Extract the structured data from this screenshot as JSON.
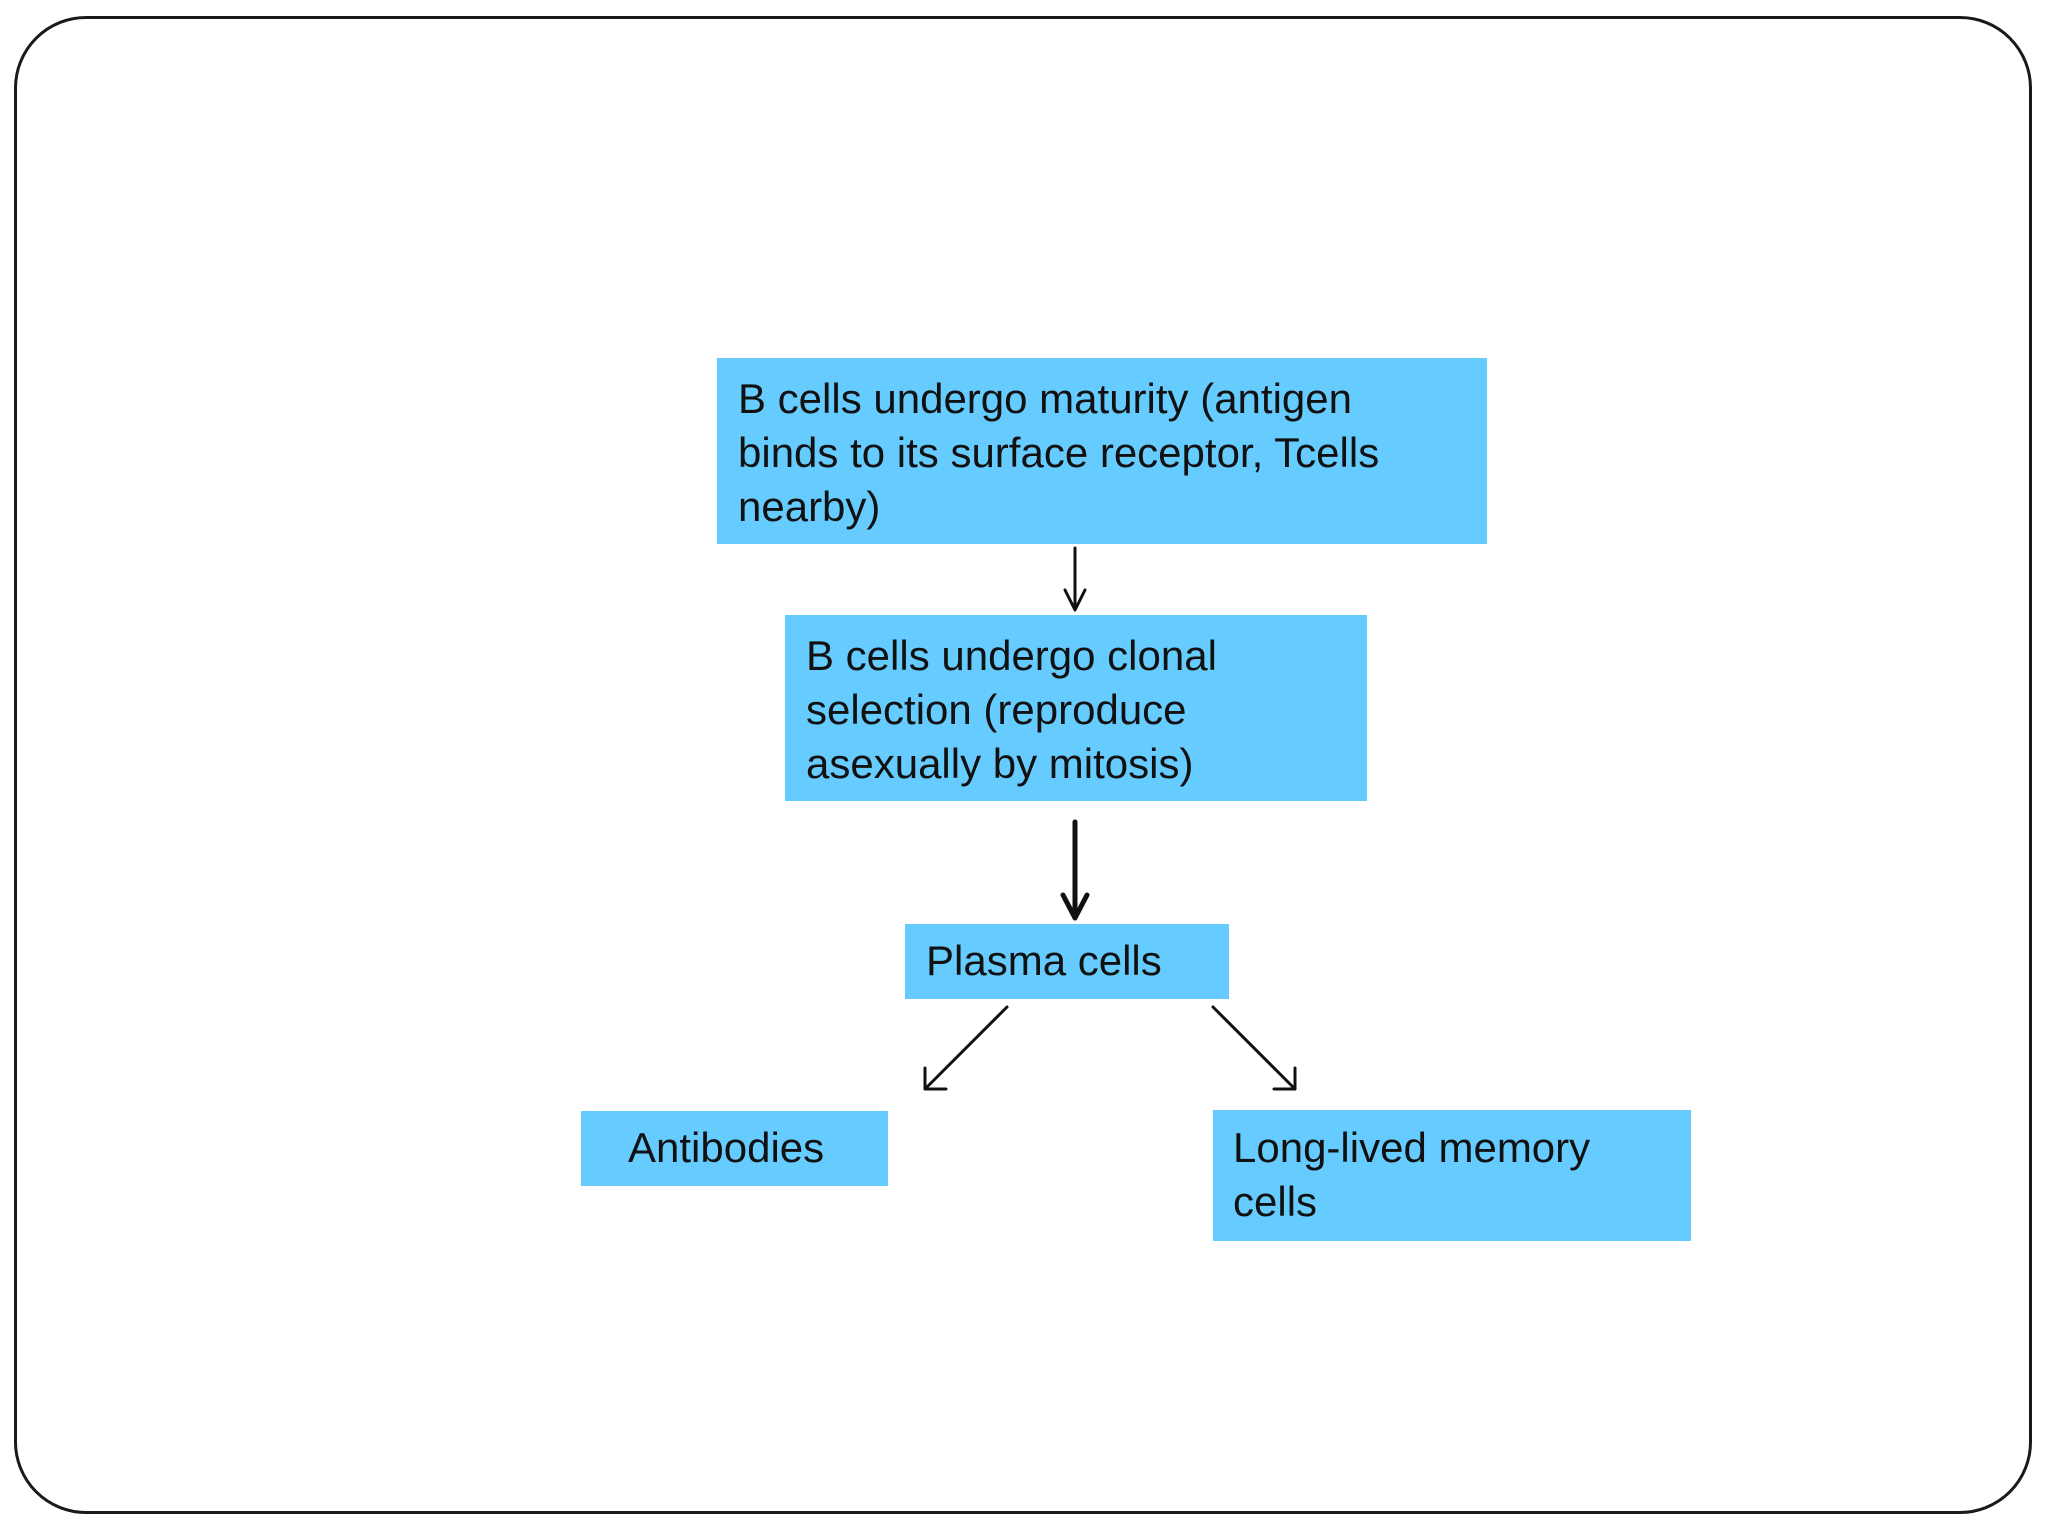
{
  "flowchart": {
    "nodes": [
      {
        "id": "maturity",
        "lines": [
          "B cells undergo maturity (antigen",
          "binds to its surface receptor, Tcells",
          "nearby)"
        ]
      },
      {
        "id": "clonal_selection",
        "lines": [
          "B cells undergo clonal",
          "selection (reproduce",
          "asexually by mitosis)"
        ]
      },
      {
        "id": "plasma",
        "lines": [
          "Plasma cells"
        ]
      },
      {
        "id": "antibodies",
        "lines": [
          "Antibodies"
        ]
      },
      {
        "id": "memory",
        "lines": [
          "Long-lived memory",
          "cells"
        ]
      }
    ],
    "edges": [
      {
        "from": "maturity",
        "to": "clonal_selection"
      },
      {
        "from": "clonal_selection",
        "to": "plasma"
      },
      {
        "from": "plasma",
        "to": "antibodies"
      },
      {
        "from": "plasma",
        "to": "memory"
      }
    ]
  },
  "colors": {
    "box_fill": "#66ccff",
    "text": "#111111",
    "arrow": "#111111",
    "frame_border": "#1a1a1a",
    "background": "#ffffff"
  }
}
